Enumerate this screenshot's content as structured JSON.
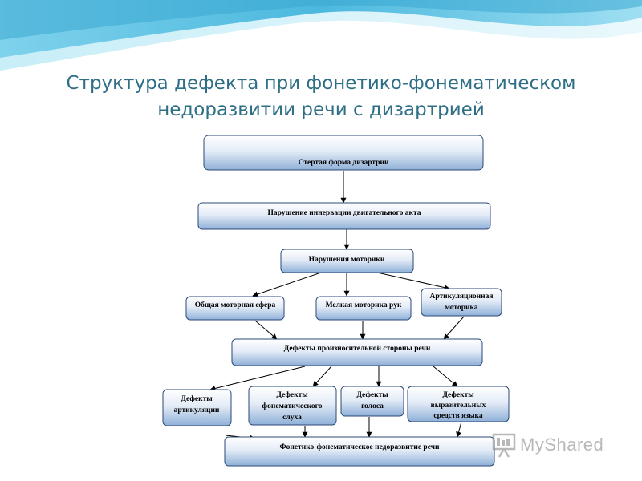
{
  "title": {
    "line1": "Структура  дефекта при фонетико-фонематическом",
    "line2": "недоразвитии речи с дизартрией"
  },
  "diagram": {
    "nodes": {
      "dysarthria": "Стертая форма дизартрии",
      "innervation": "Нарушение иннервации двигательного акта",
      "motor": "Нарушения моторики",
      "general_motor": "Общая моторная сфера",
      "fine_motor": "Мелкая моторика рук",
      "articulation_motor_1": "Артикуляционная",
      "articulation_motor_2": "моторика",
      "pronunciation": "Дефекты произносительной стороны речи",
      "articulation_def_1": "Дефекты",
      "articulation_def_2": "артикуляции",
      "phonemic_1": "Дефекты",
      "phonemic_2": "фонематического",
      "phonemic_3": "слуха",
      "voice_1": "Дефекты",
      "voice_2": "голоса",
      "expressive_1": "Дефекты",
      "expressive_2": "выразительных",
      "expressive_3": "средств языка",
      "result": "Фонетико-фонематическое недоразвитие речи"
    }
  },
  "watermark": {
    "text": "MyShared"
  },
  "colors": {
    "title": "#2f6f86",
    "node_fill_top": "#ffffff",
    "node_fill_bottom": "#8fb0d8",
    "node_stroke": "#2b4a78",
    "swoosh": "#5cc3e4"
  }
}
